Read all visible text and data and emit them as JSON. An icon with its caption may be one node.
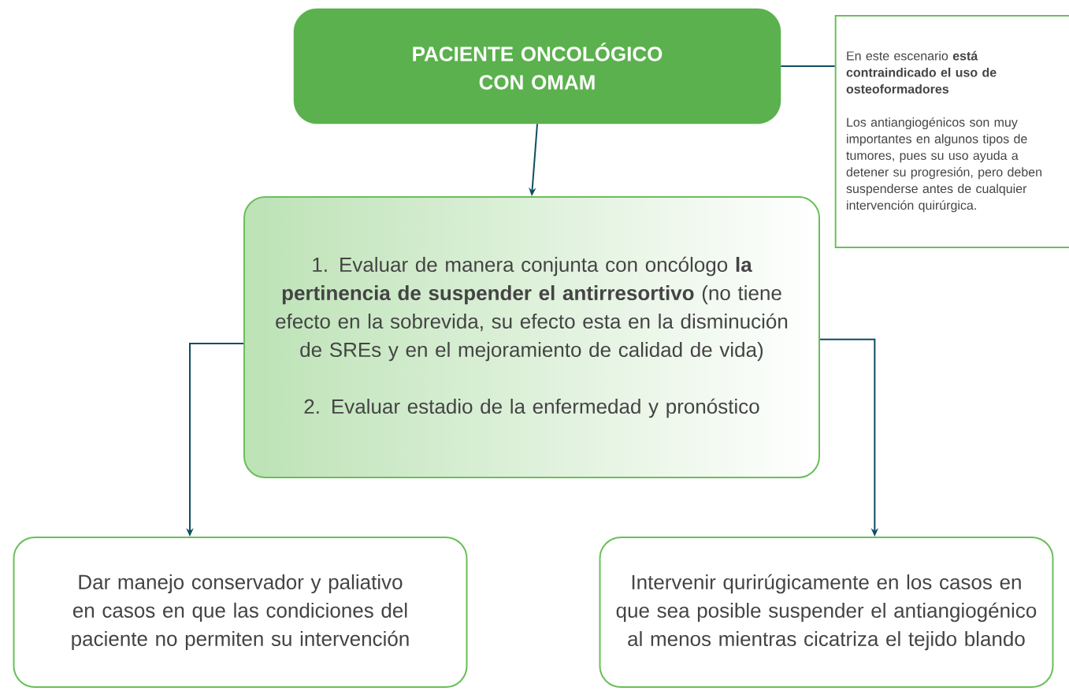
{
  "diagram": {
    "nodes": [
      {
        "text": [
          "PACIENTE ONCOLÓGICO CON OMAM"
        ]
      },
      {
        "text": [
          "En este escenario **está contraindicado el uso de osteoformadores**",
          "Los antiangiogénicos son muy importantes en algunos tipos de tumores, pues su uso ayuda a detener su progresión, pero deben suspenderse antes de cualquier intervención quirúrgica."
        ]
      },
      {
        "text": [
          "1. Evaluar de manera conjunta con oncólogo **la pertinencia de suspender el antirresortivo** (no tiene efecto en la sobrevida, su efecto esta en la disminución de SREs y en el mejoramiento de calidad de vida)",
          "2. Evaluar estadio de la enfermedad y pronóstico"
        ]
      },
      {
        "text": [
          "Dar manejo conservador y paliativo en casos en que las condiciones del paciente no permiten su intervención"
        ]
      },
      {
        "text": [
          "Intervenir qurirúgicamente en los casos en que sea posible suspender el antiangiogénico al menos mientras cicatriza el tejido blando"
        ]
      }
    ],
    "edges": [
      {
        "from": 0,
        "to": 1,
        "arrow": "none"
      },
      {
        "from": 0,
        "to": 2,
        "arrow": "to"
      },
      {
        "from": 2,
        "to": 3,
        "arrow": "to"
      },
      {
        "from": 2,
        "to": 4,
        "arrow": "to"
      }
    ]
  }
}
